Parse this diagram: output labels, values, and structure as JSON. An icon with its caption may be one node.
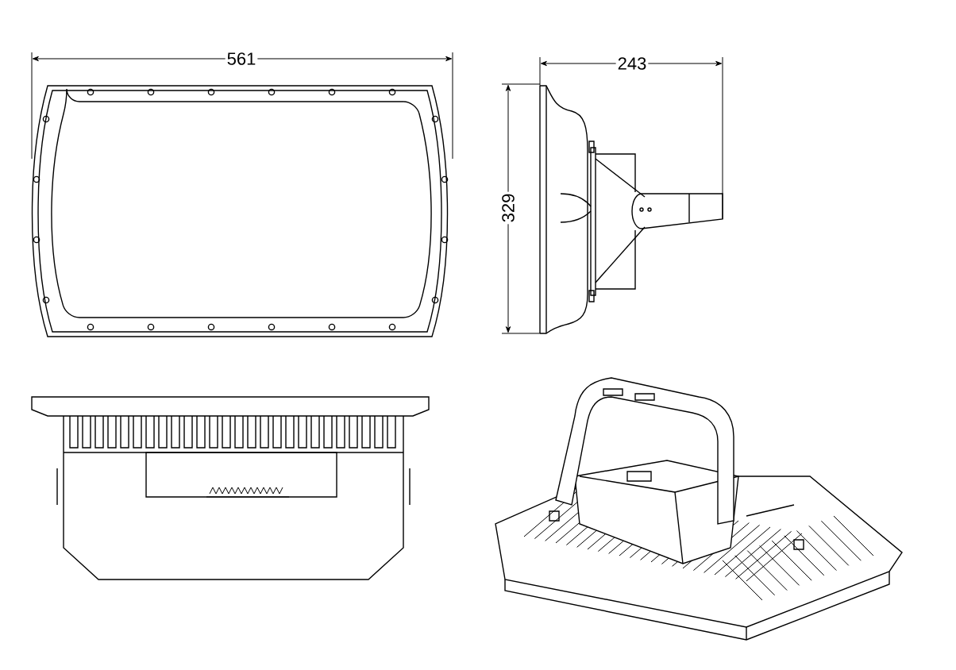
{
  "diagram": {
    "labels": [
      "561",
      "243",
      "329"
    ]
  }
}
